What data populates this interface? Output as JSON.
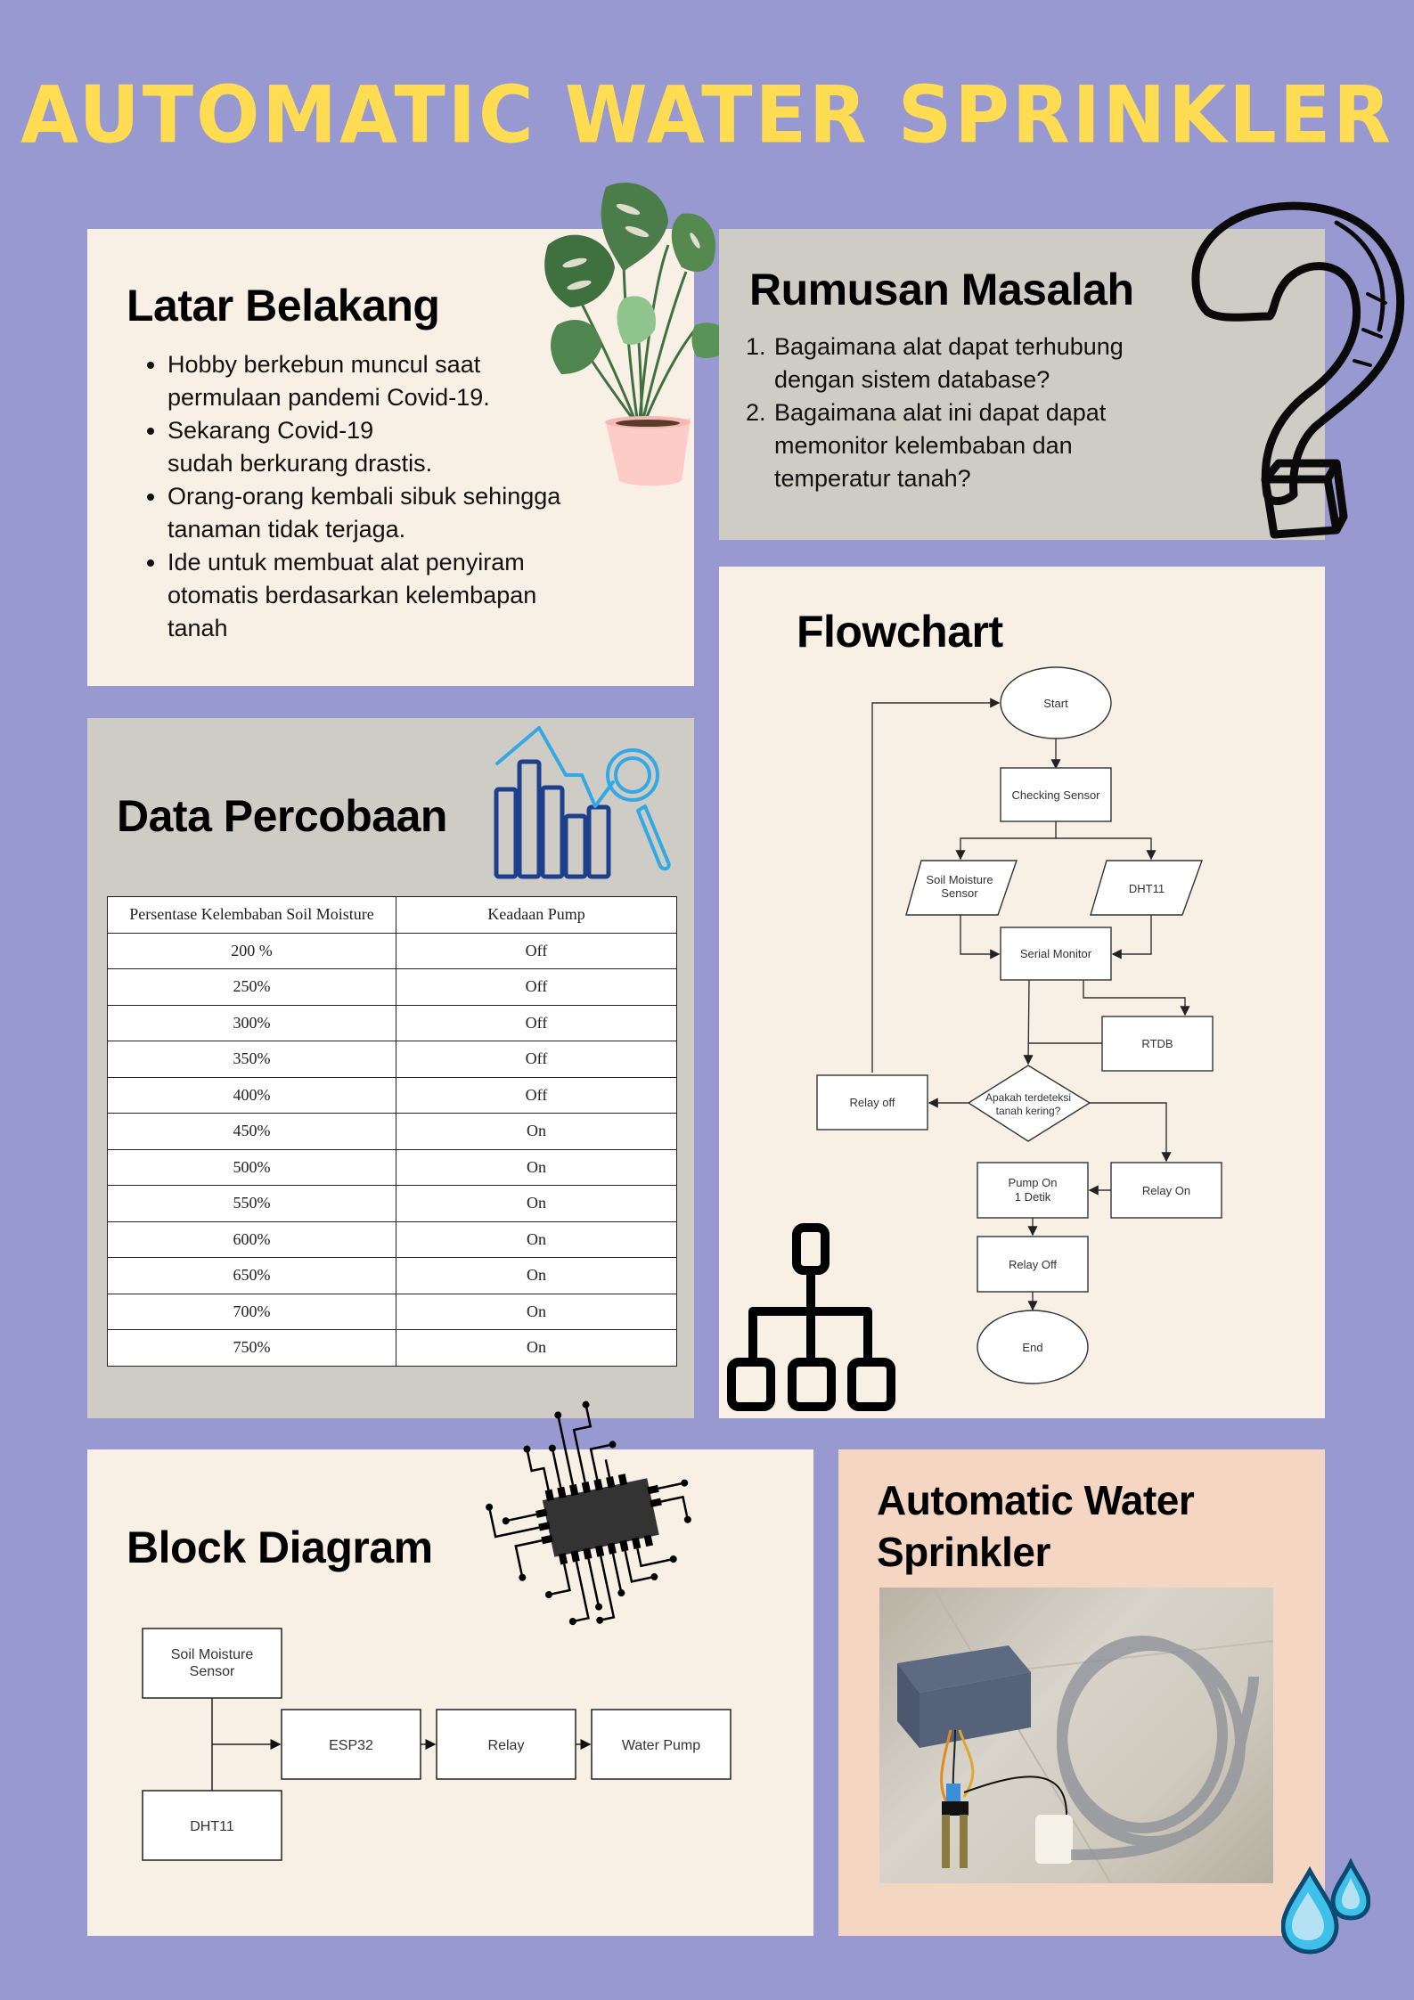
{
  "poster": {
    "title": "AUTOMATIC WATER SPRINKLER",
    "colors": {
      "background": "#9999d1",
      "title": "#ffdc52",
      "panel_cream": "#f9f0e5",
      "panel_gray": "#cfccc6",
      "panel_peach": "#f4d6c3"
    }
  },
  "latar_belakang": {
    "heading": "Latar Belakang",
    "bullets": [
      "Hobby berkebun muncul saat permulaan pandemi Covid-19.",
      "Sekarang Covid-19 sudah berkurang drastis.",
      "Orang-orang kembali sibuk sehingga tanaman tidak terjaga.",
      "Ide untuk membuat alat penyiram otomatis berdasarkan kelembapan tanah"
    ],
    "illustration": "potted-monstera-plant-icon"
  },
  "rumusan_masalah": {
    "heading": "Rumusan Masalah",
    "items": [
      "Bagaimana alat dapat terhubung dengan sistem database?",
      "Bagaimana alat ini dapat dapat memonitor kelembaban dan temperatur tanah?"
    ],
    "illustration": "question-mark-icon"
  },
  "data_percobaan": {
    "heading": "Data Percobaan",
    "illustration": "bar-chart-magnifier-icon",
    "table": {
      "headers": [
        "Persentase Kelembaban Soil Moisture",
        "Keadaan Pump"
      ],
      "rows": [
        [
          "200 %",
          "Off"
        ],
        [
          "250%",
          "Off"
        ],
        [
          "300%",
          "Off"
        ],
        [
          "350%",
          "Off"
        ],
        [
          "400%",
          "Off"
        ],
        [
          "450%",
          "On"
        ],
        [
          "500%",
          "On"
        ],
        [
          "550%",
          "On"
        ],
        [
          "600%",
          "On"
        ],
        [
          "650%",
          "On"
        ],
        [
          "700%",
          "On"
        ],
        [
          "750%",
          "On"
        ]
      ]
    }
  },
  "flowchart": {
    "heading": "Flowchart",
    "illustration": "hierarchy-icon",
    "nodes": {
      "start": "Start",
      "checking": "Checking Sensor",
      "soil_1": "Soil Moisture",
      "soil_2": "Sensor",
      "dht": "DHT11",
      "serial": "Serial Monitor",
      "rtdb": "RTDB",
      "decision_1": "Apakah terdeteksi",
      "decision_2": "tanah kering?",
      "relay_off_loop": "Relay off",
      "relay_on": "Relay On",
      "pump_1": "Pump On",
      "pump_2": "1 Detik",
      "relay_off": "Relay Off",
      "end": "End"
    }
  },
  "block_diagram": {
    "heading": "Block Diagram",
    "illustration": "microchip-icon",
    "blocks": {
      "soil_1": "Soil Moisture",
      "soil_2": "Sensor",
      "dht": "DHT11",
      "esp": "ESP32",
      "relay": "Relay",
      "pump": "Water Pump"
    }
  },
  "product": {
    "heading_line1": "Automatic Water",
    "heading_line2": "Sprinkler",
    "photo": "device-photo",
    "decoration": "water-drops-icon"
  }
}
